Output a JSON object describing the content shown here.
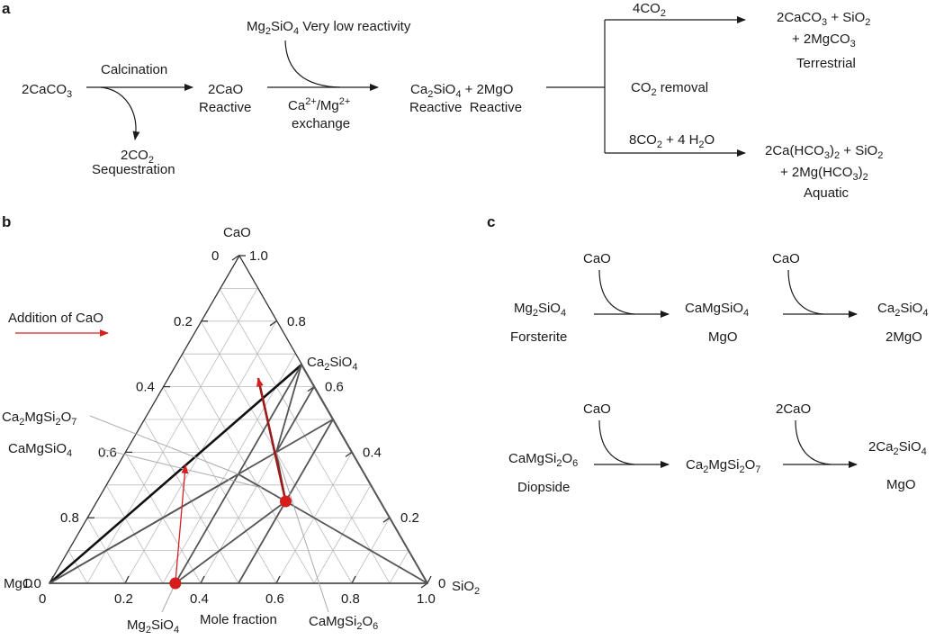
{
  "panels": {
    "a": "a",
    "b": "b",
    "c": "c"
  },
  "panel_a": {
    "reactant": {
      "main": "2CaCO",
      "sub": "3"
    },
    "calcination": "Calcination",
    "cao": "2CaO",
    "cao_note": "Reactive",
    "co2": {
      "main": "2CO",
      "sub": "2"
    },
    "sequestration": "Sequestration",
    "mg2sio4": {
      "p1": "Mg",
      "s1": "2",
      "p2": "SiO",
      "s2": "4",
      "p3": " Very low reactivity"
    },
    "exchange_ions": {
      "p1": "Ca",
      "sup1": "2+",
      "p2": "/Mg",
      "sup2": "2+"
    },
    "exchange": "exchange",
    "products": {
      "p1": "Ca",
      "s1": "2",
      "p2": "SiO",
      "s2": "4",
      "p3": " + 2MgO"
    },
    "products_note": "Reactive  Reactive",
    "co2_removal": {
      "p1": "CO",
      "s1": "2",
      "p2": " removal"
    },
    "top_branch": {
      "p1": "4CO",
      "s1": "2"
    },
    "bottom_branch": {
      "p1": "8CO",
      "s1": "2",
      "p2": " + 4 H",
      "s2": "2",
      "p3": "O"
    },
    "terrestrial_line1": {
      "p1": "2CaCO",
      "s1": "3",
      "p2": " + SiO",
      "s2": "2"
    },
    "terrestrial_line2": {
      "p1": "+ 2MgCO",
      "s1": "3"
    },
    "terrestrial": "Terrestrial",
    "aquatic_line1": {
      "p1": "2Ca(HCO",
      "s1": "3",
      "p2": ")",
      "s2": "2",
      "p3": " + SiO",
      "s3": "2"
    },
    "aquatic_line2": {
      "p1": "+ 2Mg(HCO",
      "s1": "3",
      "p2": ")",
      "s2": "2"
    },
    "aquatic": "Aquatic"
  },
  "panel_b": {
    "vertex_cao": "CaO",
    "vertex_mgo": "MgO",
    "vertex_sio2": "SiO",
    "vertex_sio2_sub": "2",
    "addition_label": "Addition of CaO",
    "axis_label": "Mole fraction",
    "label_ca2sio4": {
      "p1": "Ca",
      "s1": "2",
      "p2": "SiO",
      "s2": "4"
    },
    "label_ca2mgsi2o7": {
      "p1": "Ca",
      "s1": "2",
      "p2": "MgSi",
      "s2": "2",
      "p3": "O",
      "s3": "7"
    },
    "label_camgsio4": {
      "p1": "CaMgSiO",
      "s1": "4"
    },
    "label_mg2sio4": {
      "p1": "Mg",
      "s1": "2",
      "p2": "SiO",
      "s2": "4"
    },
    "label_camgsi2o6": {
      "p1": "CaMgSi",
      "s1": "2",
      "p2": "O",
      "s2": "6"
    },
    "colors": {
      "reaction_arrow": "#d62020",
      "phase_line": "#555555",
      "grid": "#bbbbbb",
      "point": "#d61d1d"
    }
  },
  "chart_data": {
    "type": "ternary",
    "vertices": [
      "CaO",
      "MgO",
      "SiO2"
    ],
    "ticks": {
      "left_edge": [
        "0",
        "0.2",
        "0.4",
        "0.6",
        "0.8",
        "1.0"
      ],
      "right_edge": [
        "1.0",
        "0.8",
        "0.6",
        "0.4",
        "0.2",
        "0"
      ],
      "bottom_edge": [
        "0",
        "0.2",
        "0.4",
        "0.6",
        "0.8",
        "1.0"
      ]
    },
    "phases": [
      {
        "name": "Ca2SiO4",
        "CaO": 0.667,
        "MgO": 0.0,
        "SiO2": 0.333
      },
      {
        "name": "Ca2MgSi2O7",
        "CaO": 0.4,
        "MgO": 0.2,
        "SiO2": 0.4
      },
      {
        "name": "CaMgSiO4",
        "CaO": 0.333,
        "MgO": 0.333,
        "SiO2": 0.333
      },
      {
        "name": "Mg2SiO4",
        "CaO": 0.0,
        "MgO": 0.667,
        "SiO2": 0.333
      },
      {
        "name": "CaMgSi2O6",
        "CaO": 0.25,
        "MgO": 0.25,
        "SiO2": 0.5
      }
    ],
    "highlighted_points": [
      "Mg2SiO4",
      "CaMgSi2O6"
    ]
  },
  "panel_c": {
    "row1": {
      "cao1": "CaO",
      "start": {
        "p1": "Mg",
        "s1": "2",
        "p2": "SiO",
        "s2": "4"
      },
      "start_note": "Forsterite",
      "mid": {
        "p1": "CaMgSiO",
        "s1": "4"
      },
      "mid_note": "MgO",
      "cao2": "CaO",
      "end": {
        "p1": "Ca",
        "s1": "2",
        "p2": "SiO",
        "s2": "4"
      },
      "end_note": "2MgO"
    },
    "row2": {
      "cao1": "CaO",
      "start": {
        "p1": "CaMgSi",
        "s1": "2",
        "p2": "O",
        "s2": "6"
      },
      "start_note": "Diopside",
      "mid": {
        "p1": "Ca",
        "s1": "2",
        "p2": "MgSi",
        "s2": "2",
        "p3": "O",
        "s3": "7"
      },
      "cao2": "2CaO",
      "end": {
        "p1": "2Ca",
        "s1": "2",
        "p2": "SiO",
        "s2": "4"
      },
      "end_note": "MgO"
    }
  }
}
